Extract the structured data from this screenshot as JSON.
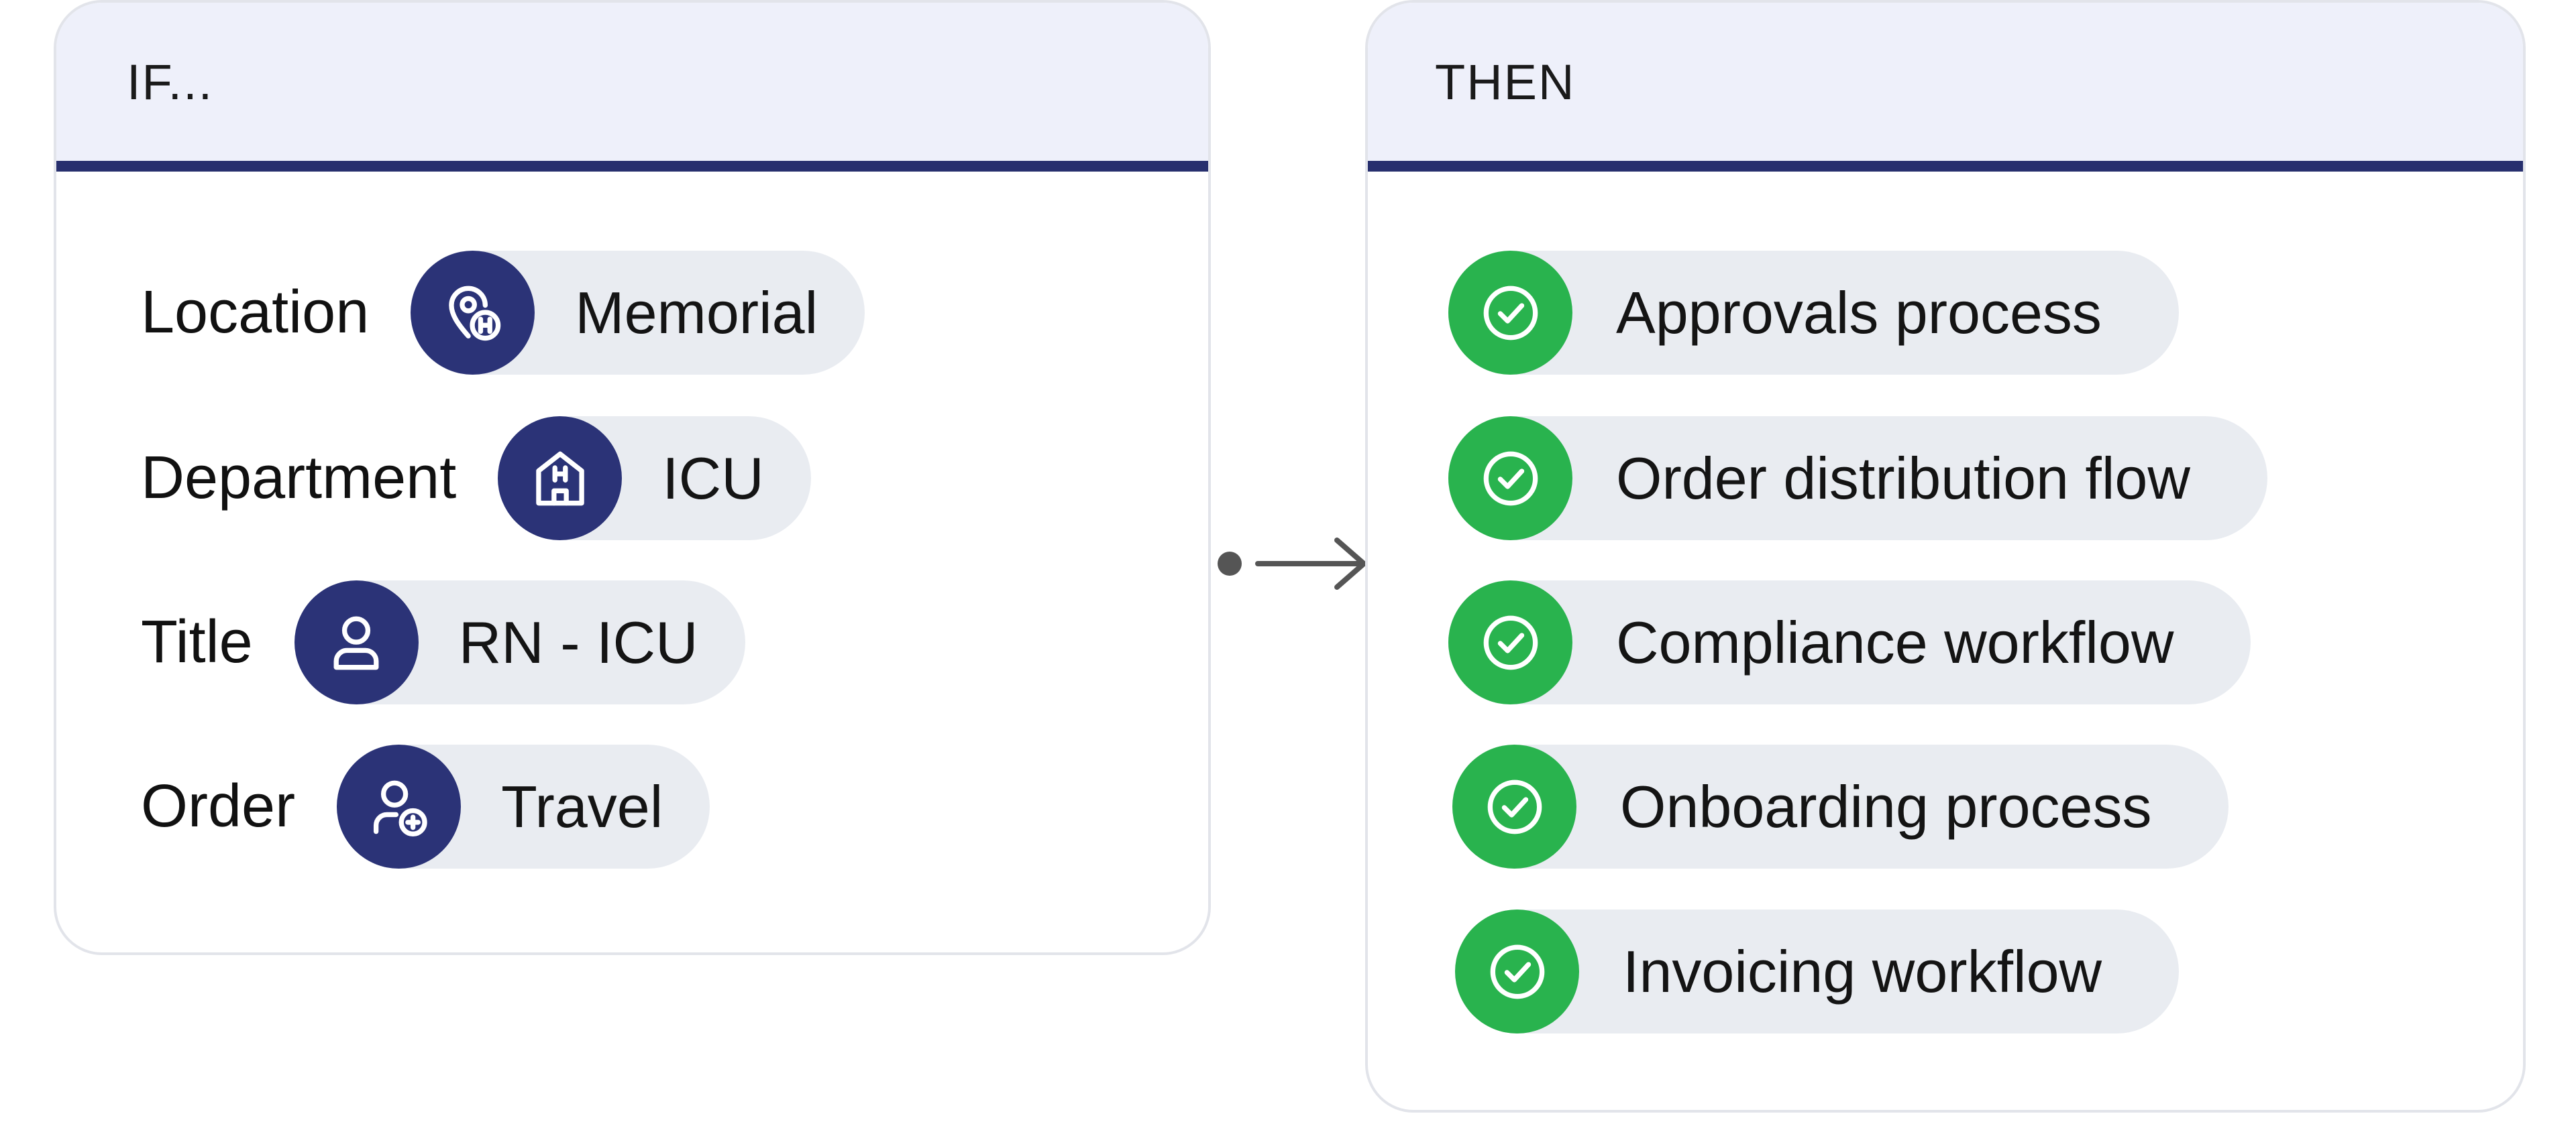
{
  "if_card": {
    "title": "IF...",
    "conditions": [
      {
        "label": "Location",
        "value": "Memorial",
        "icon": "hospital-location-icon"
      },
      {
        "label": "Department",
        "value": "ICU",
        "icon": "hospital-building-icon"
      },
      {
        "label": "Title",
        "value": "RN - ICU",
        "icon": "person-icon"
      },
      {
        "label": "Order",
        "value": "Travel",
        "icon": "person-add-icon"
      }
    ]
  },
  "then_card": {
    "title": "THEN",
    "actions": [
      {
        "label": "Approvals process",
        "icon": "check-circle-icon"
      },
      {
        "label": "Order distribution flow",
        "icon": "check-circle-icon"
      },
      {
        "label": "Compliance workflow",
        "icon": "check-circle-icon"
      },
      {
        "label": "Onboarding process",
        "icon": "check-circle-icon"
      },
      {
        "label": "Invoicing workflow",
        "icon": "check-circle-icon"
      }
    ]
  },
  "colors": {
    "navy": "#2b3377",
    "header_border": "#272f6e",
    "header_bg": "#eef0fa",
    "green": "#29b34e",
    "pill_bg": "#e9ecf1",
    "connector": "#555555"
  }
}
